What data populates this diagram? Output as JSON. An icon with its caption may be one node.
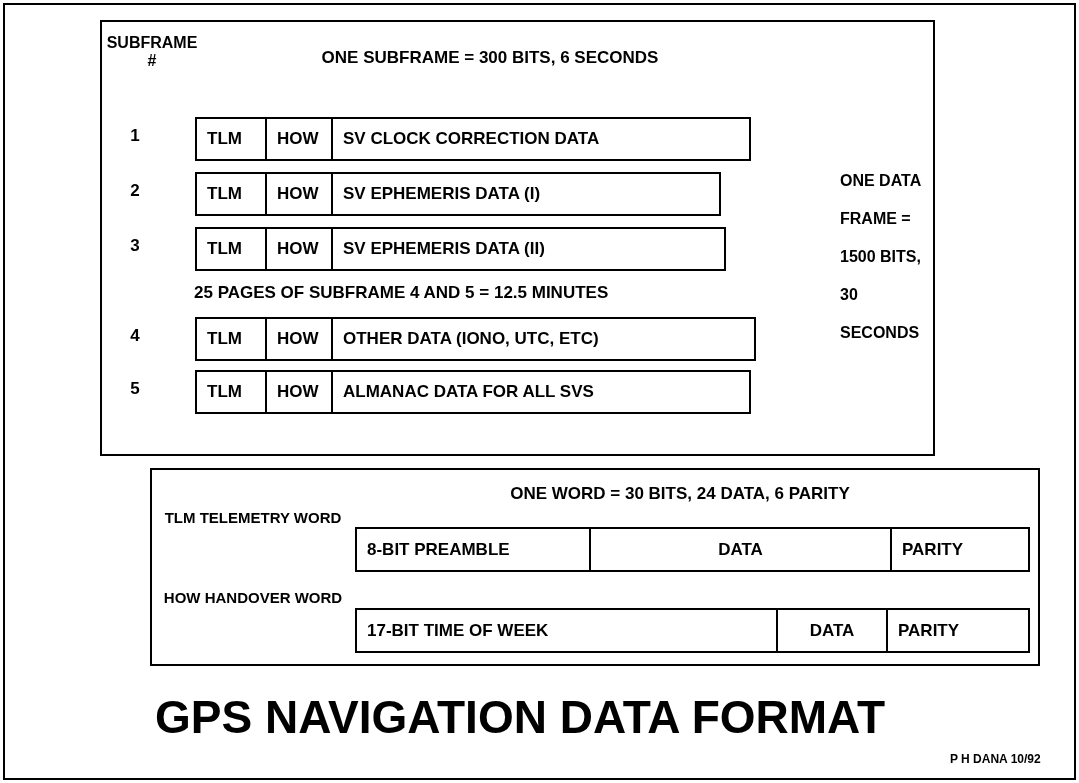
{
  "diagram": {
    "title": "GPS NAVIGATION DATA FORMAT",
    "nodes": [
      {
        "text": [],
        "shape": "box"
      },
      {
        "text": [
          "TLM"
        ],
        "in": 0
      },
      {
        "text": [
          "HOW"
        ],
        "in": 0
      },
      {
        "text": [
          "SV CLOCK CORRECTION DATA"
        ],
        "in": 0
      },
      {
        "text": [
          "TLM"
        ],
        "in": 0
      },
      {
        "text": [
          "HOW"
        ],
        "in": 0
      },
      {
        "text": [
          "SV EPHEMERIS DATA (I)"
        ],
        "in": 0
      },
      {
        "text": [
          "TLM"
        ],
        "in": 0
      },
      {
        "text": [
          "HOW"
        ],
        "in": 0
      },
      {
        "text": [
          "SV EPHEMERIS DATA (II)"
        ],
        "in": 0
      },
      {
        "text": [
          "TLM"
        ],
        "in": 0
      },
      {
        "text": [
          "HOW"
        ],
        "in": 0
      },
      {
        "text": [
          "OTHER DATA (IONO, UTC, ETC)"
        ],
        "in": 0
      },
      {
        "text": [
          "TLM"
        ],
        "in": 0
      },
      {
        "text": [
          "HOW"
        ],
        "in": 0
      },
      {
        "text": [
          "ALMANAC DATA FOR ALL SVS"
        ],
        "in": 0
      },
      {
        "text": [],
        "shape": "box"
      },
      {
        "text": [
          "8-BIT PREAMBLE"
        ],
        "in": 16
      },
      {
        "text": [
          "DATA"
        ],
        "in": 16
      },
      {
        "text": [
          "PARITY"
        ],
        "in": 16
      },
      {
        "text": [
          "17-BIT TIME OF WEEK"
        ],
        "in": 16
      },
      {
        "text": [
          "DATA"
        ],
        "in": 16
      },
      {
        "text": [
          "PARITY"
        ],
        "in": 16
      }
    ],
    "edges": [],
    "labels": [
      "SUBFRAME #",
      "ONE SUBFRAME = 300 BITS, 6 SECONDS",
      "1",
      "2",
      "3",
      "25 PAGES OF SUBFRAME 4 AND 5 = 12.5 MINUTES",
      "4",
      "5",
      "ONE DATA FRAME = 1500 BITS, 30 SECONDS",
      "ONE WORD = 30 BITS, 24 DATA, 6 PARITY",
      "TLM TELEMETRY WORD",
      "HOW HANDOVER WORD",
      "P H DANA 10/92"
    ]
  }
}
